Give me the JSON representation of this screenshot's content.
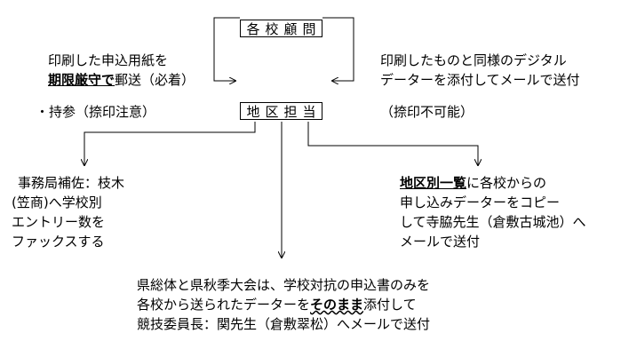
{
  "boxes": {
    "advisor": "各校顧問",
    "district": "地区担当"
  },
  "left_upper": {
    "line1": "印刷した申込用紙を",
    "line2_bold": "期限厳守で",
    "line2_rest": "郵送（必着）",
    "line3": "・持参（捺印注意）"
  },
  "right_upper": {
    "line1": "印刷したものと同様のデジタル",
    "line2": "データーを添付してメールで送付",
    "line3": "（捺印不可能）"
  },
  "left_lower": {
    "line1": "事務局補佐：枝木",
    "line2": "(笠商)へ学校別",
    "line3": "エントリー数を",
    "line4": "ファックスする"
  },
  "right_lower": {
    "line1_bold": "地区別一覧",
    "line1_rest": "に各校からの",
    "line2": "申し込みデーターをコピー",
    "line3": "して寺脇先生（倉敷古城池）へ",
    "line4": "メールで送付"
  },
  "bottom": {
    "line1": "県総体と県秋季大会は、学校対抗の申込書のみを",
    "line2_pre": "各校から送られたデーターを",
    "line2_emph": "そのまま",
    "line2_post": "添付して",
    "line3": "競技委員長：関先生（倉敷翠松）へメールで送付"
  }
}
